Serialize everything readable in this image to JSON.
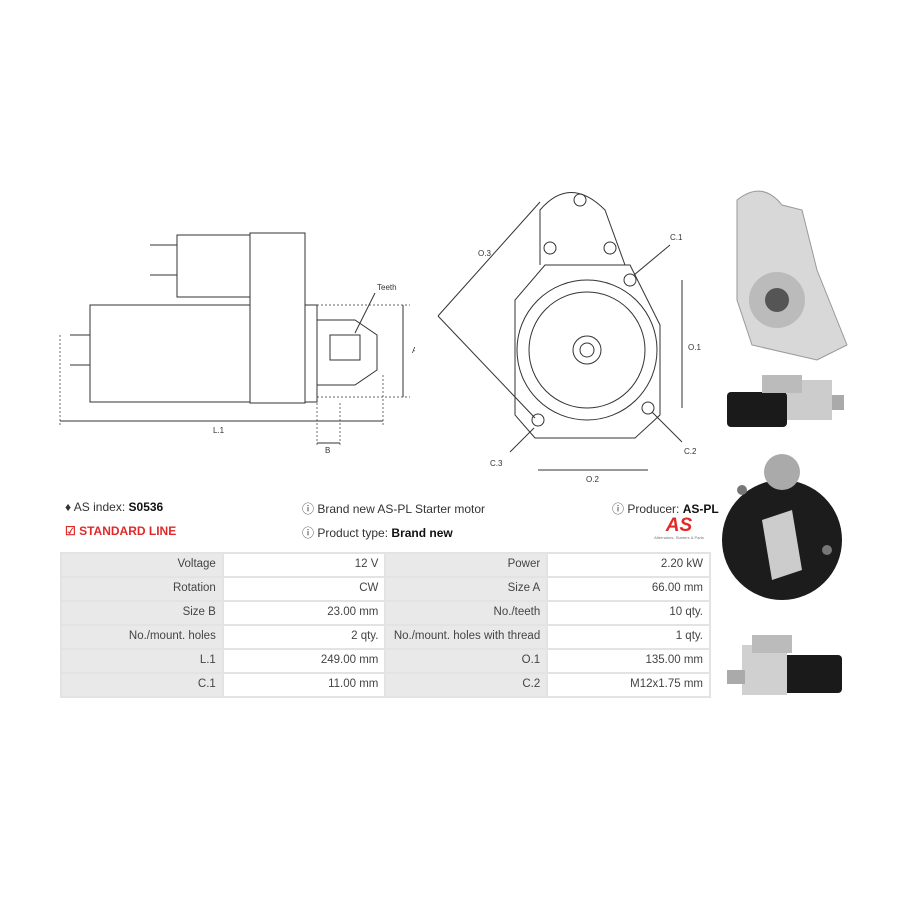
{
  "drawing_labels": {
    "teeth": "Teeth",
    "a": "A",
    "b": "B",
    "l1": "L.1",
    "o3": "O.3",
    "c1": "C.1",
    "o1": "O.1",
    "c2": "C.2",
    "c3": "C.3",
    "o2": "O.2"
  },
  "info": {
    "as_index_label": "AS index:",
    "as_index_value": "S0536",
    "line": "STANDARD LINE",
    "description": "Brand new AS-PL Starter motor",
    "product_type_label": "Product type:",
    "product_type_value": "Brand new",
    "producer_label": "Producer:",
    "producer_value": "AS-PL",
    "logo_text": "AS",
    "logo_tagline": "Alternators, Starters & Parts"
  },
  "specs": [
    {
      "k1": "Voltage",
      "v1": "12 V",
      "k2": "Power",
      "v2": "2.20 kW"
    },
    {
      "k1": "Rotation",
      "v1": "CW",
      "k2": "Size A",
      "v2": "66.00 mm"
    },
    {
      "k1": "Size B",
      "v1": "23.00 mm",
      "k2": "No./teeth",
      "v2": "10 qty."
    },
    {
      "k1": "No./mount. holes",
      "v1": "2 qty.",
      "k2": "No./mount. holes with thread",
      "v2": "1 qty."
    },
    {
      "k1": "L.1",
      "v1": "249.00 mm",
      "k2": "O.1",
      "v2": "135.00 mm"
    },
    {
      "k1": "C.1",
      "v1": "11.00 mm",
      "k2": "C.2",
      "v2": "M12x1.75 mm"
    }
  ],
  "colors": {
    "accent": "#e02a2a"
  }
}
